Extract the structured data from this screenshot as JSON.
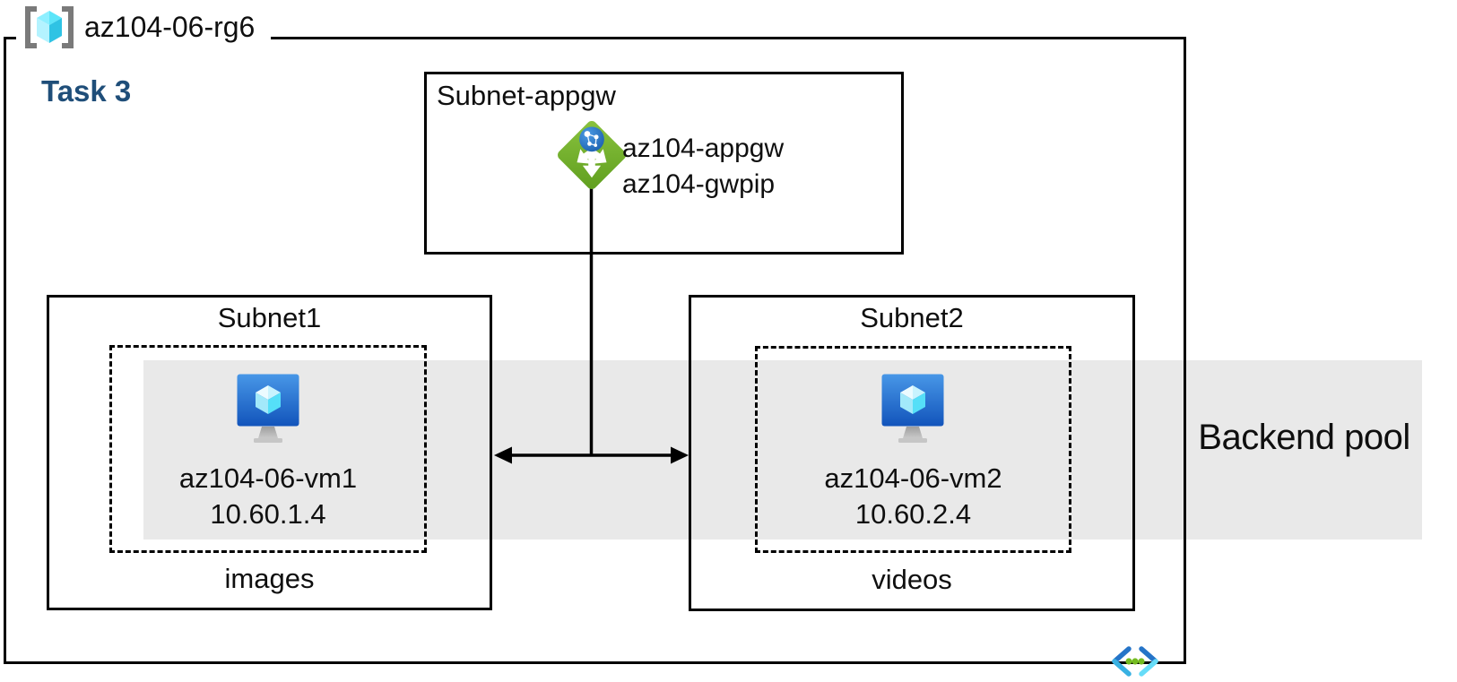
{
  "colors": {
    "task_accent": "#1f4e79",
    "backend_band_gray": "#e9e9e9",
    "border_black": "#000000",
    "appgw_green": "#74b62c",
    "globe_blue": "#2e7cc9",
    "vm_screen_blue_top": "#4897e7",
    "vm_screen_blue_bottom": "#1254bb",
    "cube_cyan": "#50e6ff",
    "bracket_gray": "#7a7a7a",
    "vnet_chevron_dark_blue": "#2574c8",
    "vnet_chevron_light_cyan": "#66dcf8",
    "vnet_dot_green": "#74bb21"
  },
  "resource_group": {
    "icon": "resource-group-icon",
    "label": "az104-06-rg6"
  },
  "task": {
    "label": "Task 3"
  },
  "appgw_subnet": {
    "title": "Subnet-appgw",
    "icon": "application-gateway-icon",
    "gateway_name": "az104-appgw",
    "gateway_public_ip": "az104-gwpip"
  },
  "subnet1": {
    "title": "Subnet1",
    "icon": "virtual-machine-icon",
    "vm_name": "az104-06-vm1",
    "vm_ip": "10.60.1.4",
    "caption": "images"
  },
  "subnet2": {
    "title": "Subnet2",
    "icon": "virtual-machine-icon",
    "vm_name": "az104-06-vm2",
    "vm_ip": "10.60.2.4",
    "caption": "videos"
  },
  "backend_pool": {
    "label": "Backend pool"
  },
  "footer_icon": "virtual-network-icon"
}
